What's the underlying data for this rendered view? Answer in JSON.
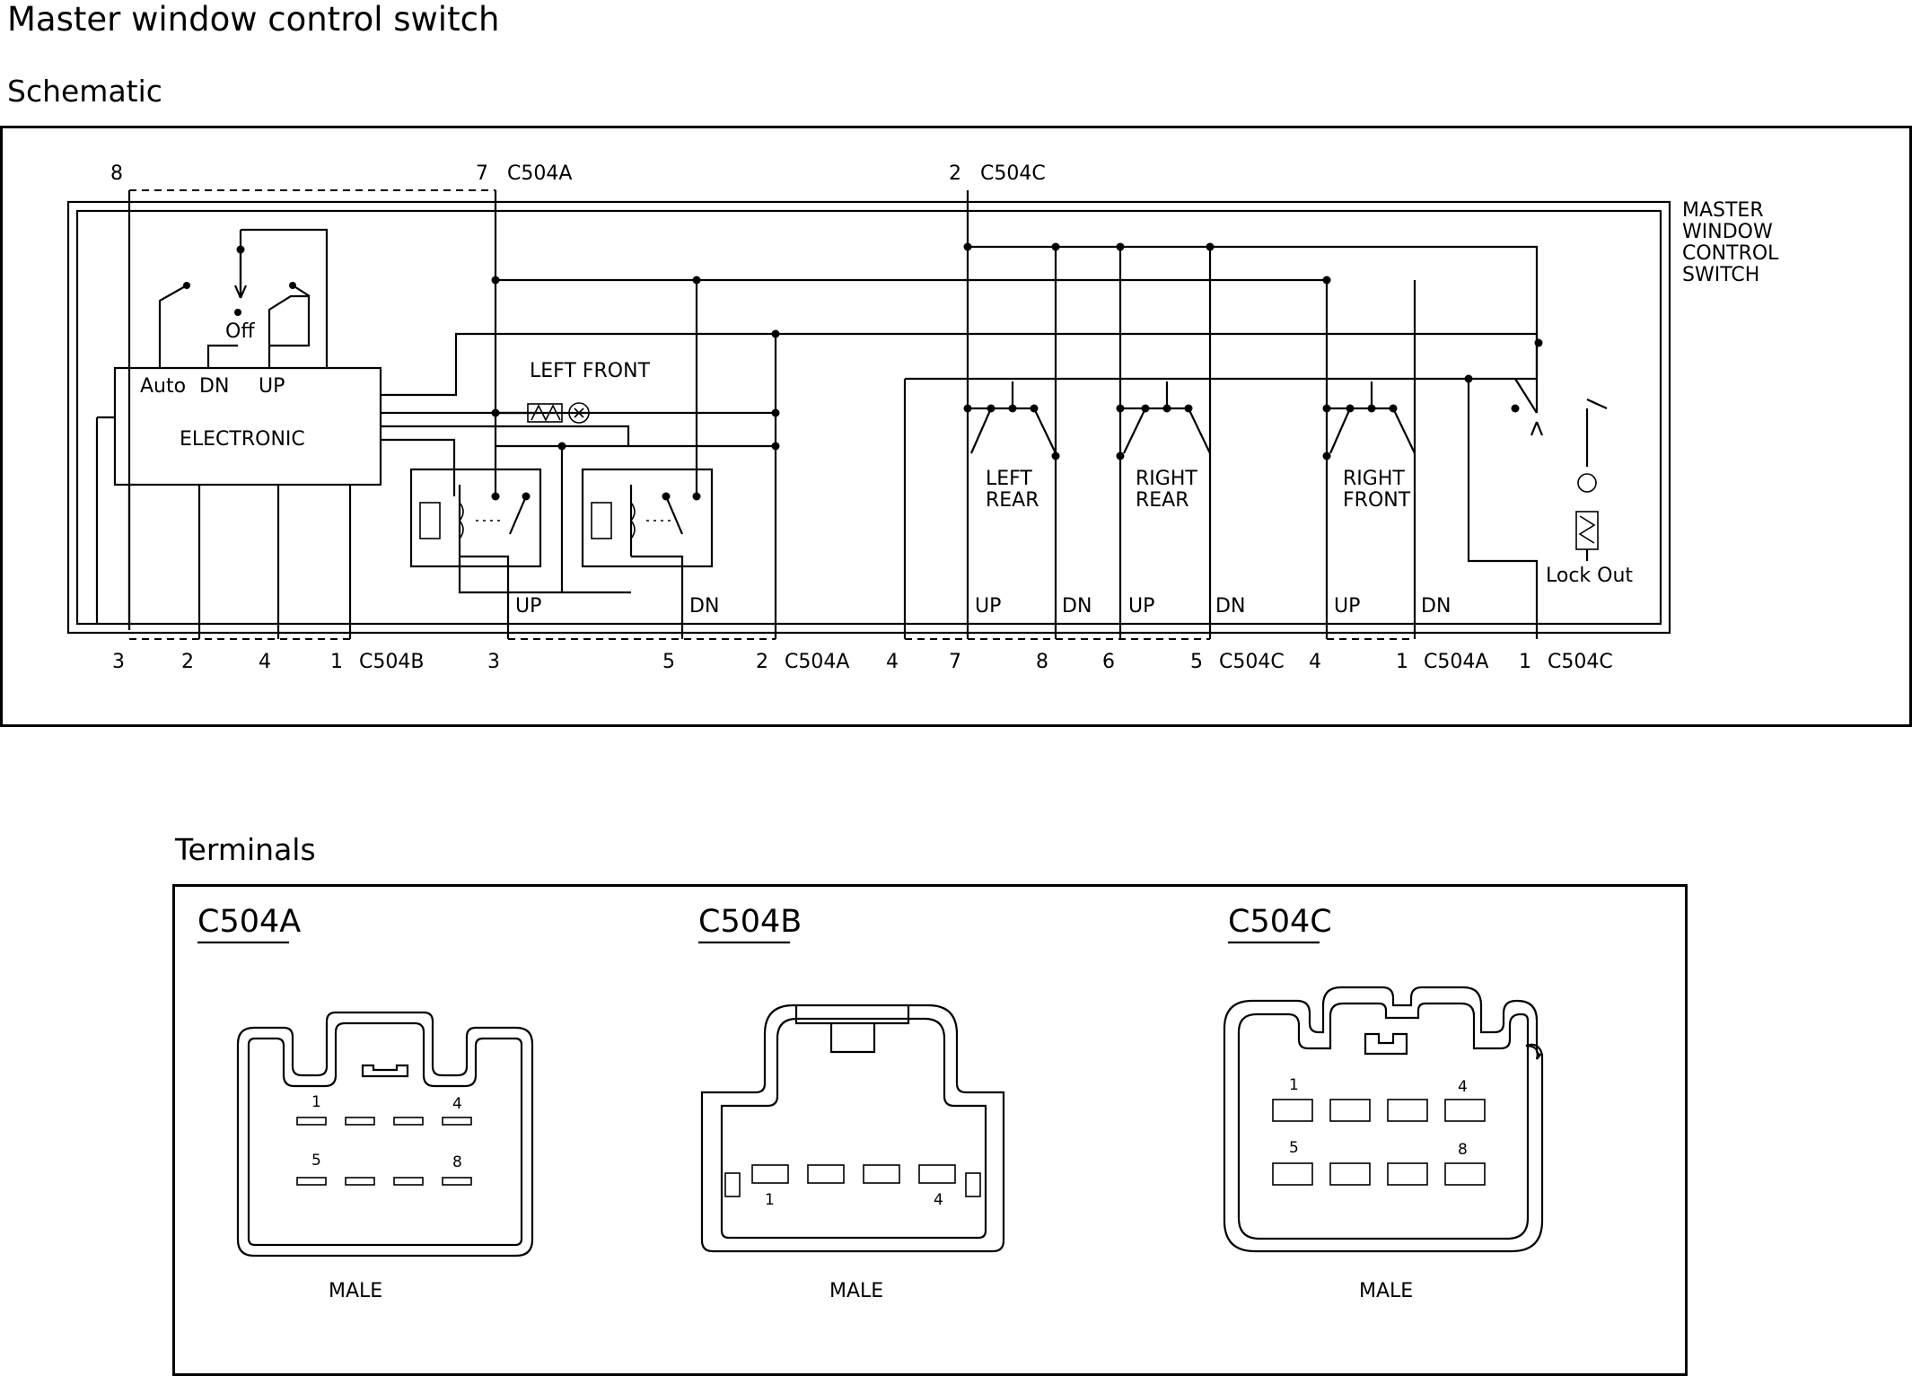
{
  "title": "Master window control switch",
  "schematic": {
    "heading": "Schematic",
    "module_label_lines": [
      "MASTER",
      "WINDOW",
      "CONTROL",
      "SWITCH"
    ],
    "top_pins": [
      {
        "pin": "8",
        "connector": ""
      },
      {
        "pin": "7",
        "connector": "C504A"
      },
      {
        "pin": "2",
        "connector": "C504C"
      }
    ],
    "auto_switch": {
      "off": "Off",
      "auto": "Auto",
      "dn": "DN",
      "up": "UP"
    },
    "electronic_label": "ELECTRONIC",
    "left_front_label": "LEFT FRONT",
    "switch_labels": [
      {
        "line1": "LEFT",
        "line2": "REAR"
      },
      {
        "line1": "RIGHT",
        "line2": "REAR"
      },
      {
        "line1": "RIGHT",
        "line2": "FRONT"
      }
    ],
    "lock_out_label": "Lock Out",
    "up_dn_labels": {
      "up": "UP",
      "dn": "DN"
    },
    "bottom_pins": [
      {
        "pin": "3",
        "connector": ""
      },
      {
        "pin": "2",
        "connector": ""
      },
      {
        "pin": "4",
        "connector": ""
      },
      {
        "pin": "1",
        "connector": "C504B"
      },
      {
        "pin": "3",
        "connector": ""
      },
      {
        "pin": "5",
        "connector": ""
      },
      {
        "pin": "2",
        "connector": "C504A"
      },
      {
        "pin": "4",
        "connector": ""
      },
      {
        "pin": "7",
        "connector": ""
      },
      {
        "pin": "8",
        "connector": ""
      },
      {
        "pin": "6",
        "connector": ""
      },
      {
        "pin": "5",
        "connector": "C504C"
      },
      {
        "pin": "4",
        "connector": ""
      },
      {
        "pin": "1",
        "connector": "C504A"
      },
      {
        "pin": "1",
        "connector": "C504C"
      }
    ]
  },
  "terminals": {
    "heading": "Terminals",
    "connectors": [
      {
        "name": "C504A",
        "gender": "MALE",
        "pin_labels": [
          "1",
          "4",
          "5",
          "8"
        ]
      },
      {
        "name": "C504B",
        "gender": "MALE",
        "pin_labels": [
          "1",
          "4"
        ]
      },
      {
        "name": "C504C",
        "gender": "MALE",
        "pin_labels": [
          "1",
          "4",
          "5",
          "8"
        ]
      }
    ]
  }
}
